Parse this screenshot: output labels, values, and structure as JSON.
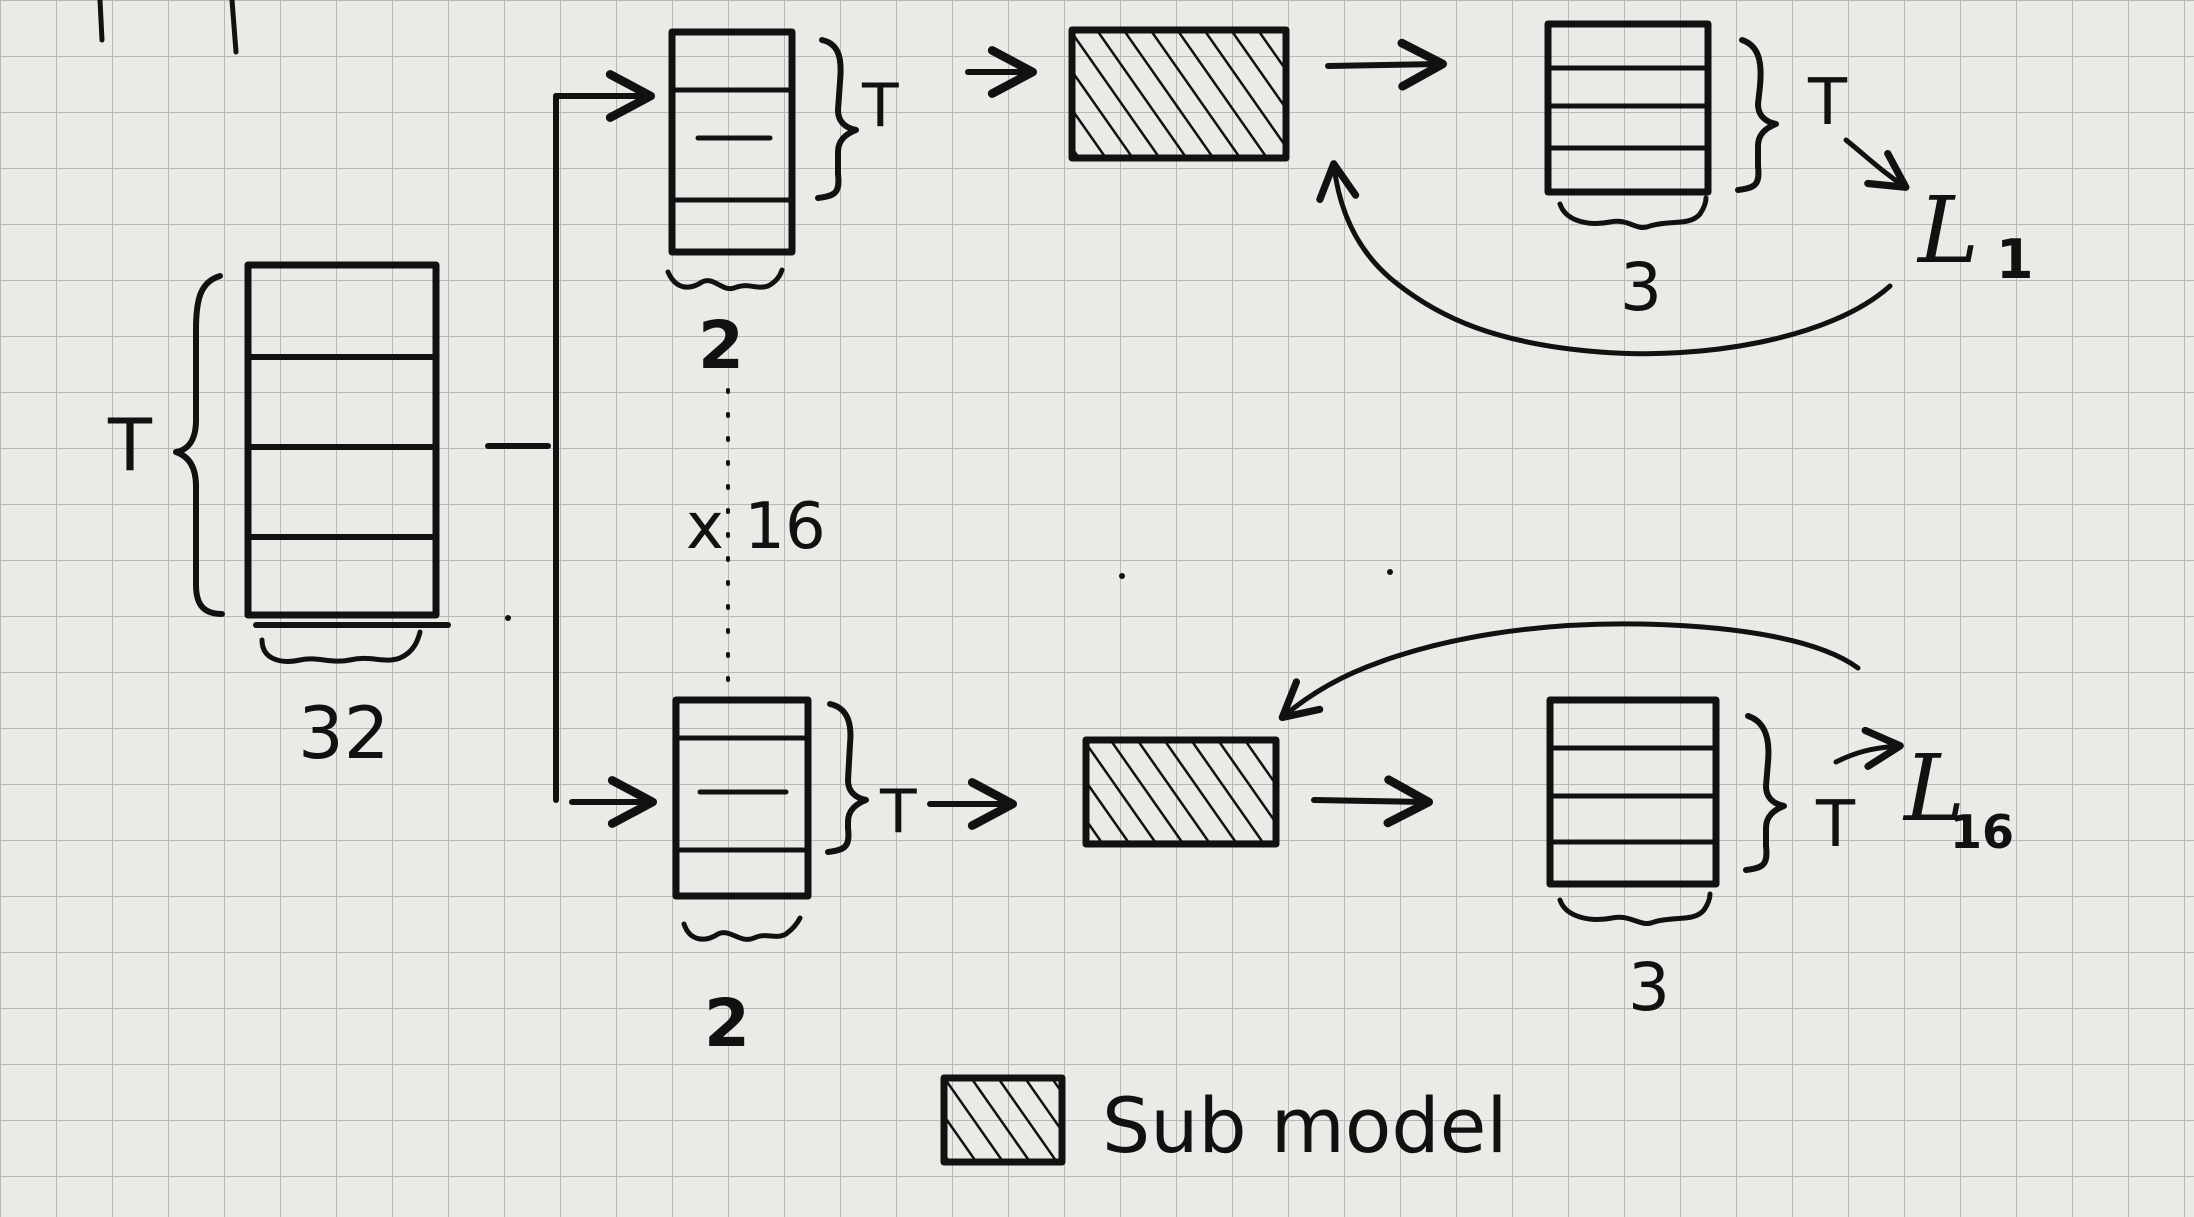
{
  "symbols": {
    "time_dim": "T",
    "loss": "L"
  },
  "input_block": {
    "width_label": "32"
  },
  "repeat_label": "x 16",
  "branches": [
    {
      "input_width_label": "2",
      "output_width_label": "3",
      "loss_index": "1"
    },
    {
      "input_width_label": "2",
      "output_width_label": "3",
      "loss_index": "16"
    }
  ],
  "legend": {
    "label": "Sub model"
  },
  "colors": {
    "ink": "#111111",
    "paper": "#eceae6",
    "grid": "#b9b8b4"
  }
}
